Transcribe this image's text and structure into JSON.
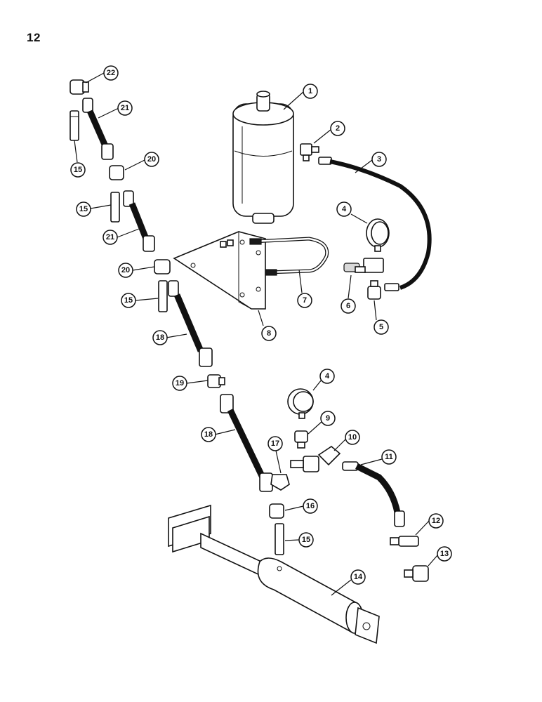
{
  "page": {
    "number": "12"
  },
  "callouts": [
    {
      "id": "c1",
      "label": "1"
    },
    {
      "id": "c2",
      "label": "2"
    },
    {
      "id": "c3",
      "label": "3"
    },
    {
      "id": "c4a",
      "label": "4"
    },
    {
      "id": "c5",
      "label": "5"
    },
    {
      "id": "c6",
      "label": "6"
    },
    {
      "id": "c7",
      "label": "7"
    },
    {
      "id": "c8",
      "label": "8"
    },
    {
      "id": "c4b",
      "label": "4"
    },
    {
      "id": "c9",
      "label": "9"
    },
    {
      "id": "c10",
      "label": "10"
    },
    {
      "id": "c11",
      "label": "11"
    },
    {
      "id": "c12",
      "label": "12"
    },
    {
      "id": "c13",
      "label": "13"
    },
    {
      "id": "c14",
      "label": "14"
    },
    {
      "id": "c15a",
      "label": "15"
    },
    {
      "id": "c15b",
      "label": "15"
    },
    {
      "id": "c15c",
      "label": "15"
    },
    {
      "id": "c15d",
      "label": "15"
    },
    {
      "id": "c16",
      "label": "16"
    },
    {
      "id": "c17",
      "label": "17"
    },
    {
      "id": "c18a",
      "label": "18"
    },
    {
      "id": "c18b",
      "label": "18"
    },
    {
      "id": "c19",
      "label": "19"
    },
    {
      "id": "c20a",
      "label": "20"
    },
    {
      "id": "c20b",
      "label": "20"
    },
    {
      "id": "c21a",
      "label": "21"
    },
    {
      "id": "c21b",
      "label": "21"
    },
    {
      "id": "c22",
      "label": "22"
    }
  ]
}
